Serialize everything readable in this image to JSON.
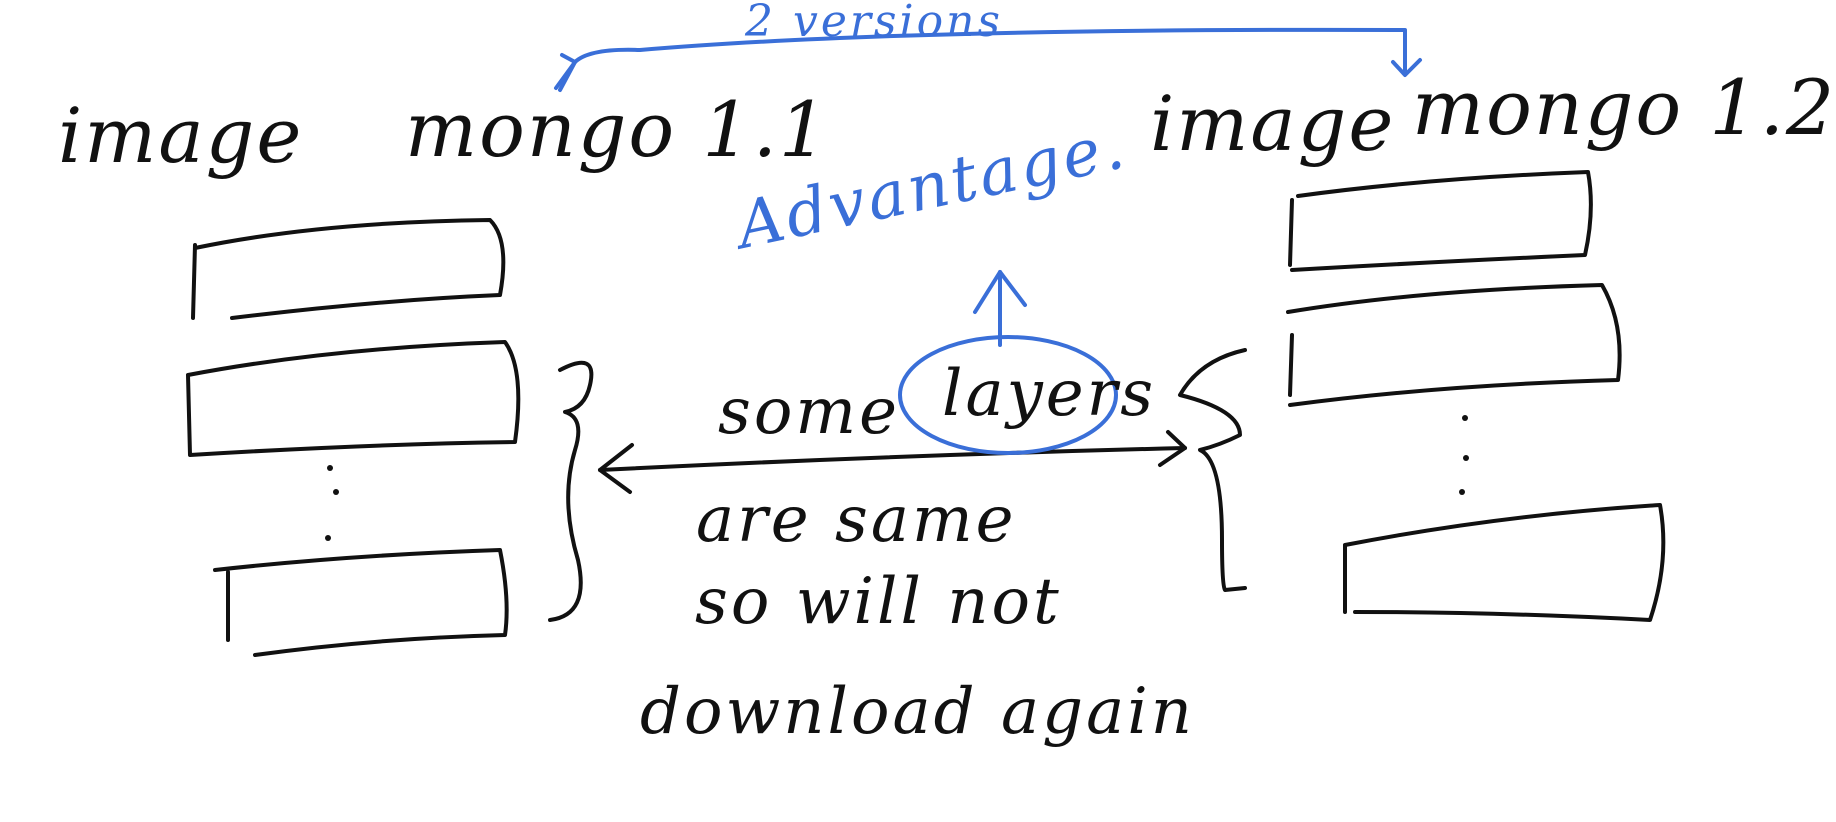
{
  "diagram": {
    "versions_label": "2 versions",
    "left_image": {
      "image_label": "image",
      "name_label": "mongo 1.1"
    },
    "right_image": {
      "image_label": "image",
      "name_label": "mongo 1.2"
    },
    "advantage_label": "Advantage.",
    "circled_word": "layers",
    "note_lines": [
      "some",
      "are same",
      "so will not",
      "download again"
    ]
  },
  "colors": {
    "ink": "#111111",
    "annotation": "#3a6fd8"
  }
}
